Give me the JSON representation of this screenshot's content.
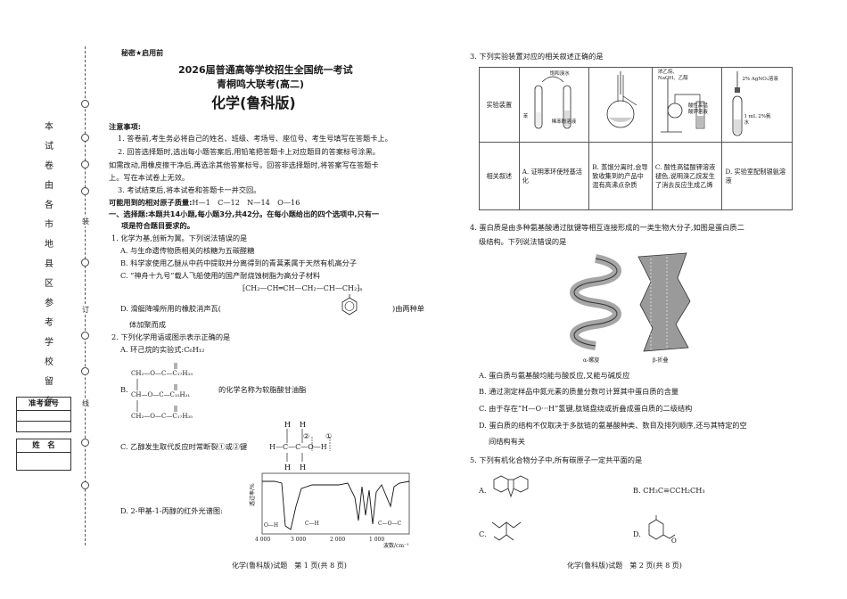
{
  "header": {
    "secret": "秘密★启用前",
    "exam_title": "2026届普通高等学校招生全国统一考试",
    "exam_subtitle": "青桐鸣大联考(高二)",
    "subject_title": "化学(鲁科版)"
  },
  "sidebar": {
    "vertical_text": [
      "本",
      "试",
      "卷",
      "由",
      "各",
      "市",
      "地",
      "县",
      "区",
      "参",
      "考",
      "学",
      "校",
      "留",
      "存"
    ],
    "admission_label": "准考证号",
    "name_label": "姓　名",
    "edge_labels": [
      "装",
      "订",
      "线"
    ]
  },
  "notice": {
    "heading": "注意事项:",
    "items": [
      "1. 答卷前,考生务必将自己的姓名、班级、考场号、座位号、考生号填写在答题卡上。",
      "2. 回答选择题时,选出每小题答案后,用铅笔把答题卡上对应题目的答案标号涂黑。",
      "如需改动,用橡皮擦干净后,再选涂其他答案标号。回答非选择题时,将答案写在答题卡",
      "上。写在本试卷上无效。",
      "3. 考试结束后,将本试卷和答题卡一并交回。"
    ],
    "atomic_mass_label": "可能用到的相对原子质量:",
    "atomic_mass": "H—1　C—12　N—14　O—16"
  },
  "section1": {
    "line1": "一、选择题:本题共14小题,每小题3分,共42分。在每小题给出的四个选项中,只有一",
    "line2": "项是符合题目要求的。"
  },
  "q1": {
    "stem": "1. 化学为基,创新为翼。下列说法错误的是",
    "A": "A. 与生命遗传物质相关的核糖为五碳醛糖",
    "B": "B. 科学家使用乙醚从中药中提取并分离得到的青蒿素属于天然有机高分子",
    "C": "C. “神舟十九号”载人飞船使用的国产耐烧蚀树脂为高分子材料",
    "C_formula": "⁅CH₂—CH═CH—CH₂—CH—CH₂⁆ₙ",
    "D1": "D. 滑艇降噪所用的橡胶消声瓦(",
    "D2": ")由两种单",
    "D3": "体加聚而成"
  },
  "q2": {
    "stem": "2. 下列化学用语或图示表示正确的是",
    "A": "A. 环己烷的实验式:C₆H₁₂",
    "B_label": "B.",
    "B_text": "的化学名称为软脂酸甘油酯",
    "B_rows": [
      "CH₂—O—C—C₁₇H₃₃",
      "CH—O—C—C₁₅H₃₁",
      "CH₂—O—C—C₁₇H₃₅"
    ],
    "C": "C. 乙醇发生取代反应时常断裂①或②键",
    "C_formula": "H—C—C—O—H",
    "C_marks": [
      "②",
      "①"
    ],
    "D": "D. 2-甲基-1-丙醇的红外光谱图:",
    "ir_ylabel": "透过率/%",
    "ir_xlabel": "波数/cm⁻¹",
    "ir_ticks": [
      "4 000",
      "3 000",
      "2 000",
      "1 000"
    ],
    "ir_peaks": [
      "O—H",
      "C—H",
      "C—O—C"
    ]
  },
  "q3": {
    "stem": "3. 下列实验装置对应的相关叙述正确的是",
    "row1_label": "实验装置",
    "row2_label": "相关叙述",
    "fig1_labels": [
      "饱和溴水",
      "苯",
      "稀苯酚溶液"
    ],
    "fig3_labels": [
      "浓乙烷、NaOH、乙醇",
      "酸性高锰酸钾溶液"
    ],
    "fig4_labels": [
      "2% AgNO₃溶液",
      "1 mL 2%氨水"
    ],
    "A": "A. 证明苯环使羟基活化",
    "B": "B. 蒸馏分离时,会导致收集到的产品中混有高沸点杂质",
    "C": "C. 酸性高锰酸钾溶液褪色,说明溴乙烷发生了消去反应生成乙烯",
    "D": "D. 实验室配制银氨溶液"
  },
  "q4": {
    "stem1": "4. 蛋白质是由多种氨基酸通过肽键等相互连接形成的一类生物大分子,如图是蛋白质二",
    "stem2": "级结构。下列说法错误的是",
    "fig_alpha": "α-螺旋",
    "fig_beta": "β-折叠",
    "A": "A. 蛋白质与氨基酸均能与酸反应,又能与碱反应",
    "B": "B. 通过测定样品中氮元素的质量分数可计算其中蛋白质的含量",
    "C": "C. 由于存在“H—O···H”氢键,肽链盘绕或折叠成蛋白质的二级结构",
    "D1": "D. 蛋白质的结构不仅取决于多肽链的氨基酸种类、数目及排列顺序,还与其特定的空",
    "D2": "间结构有关"
  },
  "q5": {
    "stem": "5. 下列有机化合物分子中,所有碳原子一定共平面的是",
    "A": "A.",
    "B": "B. CH₃C≡CCH₂CH₃",
    "C": "C.",
    "D": "D."
  },
  "footer": {
    "left": "化学(鲁科版)试题　第 1 页(共 8 页)",
    "right": "化学(鲁科版)试题　第 2 页(共 8 页)"
  }
}
